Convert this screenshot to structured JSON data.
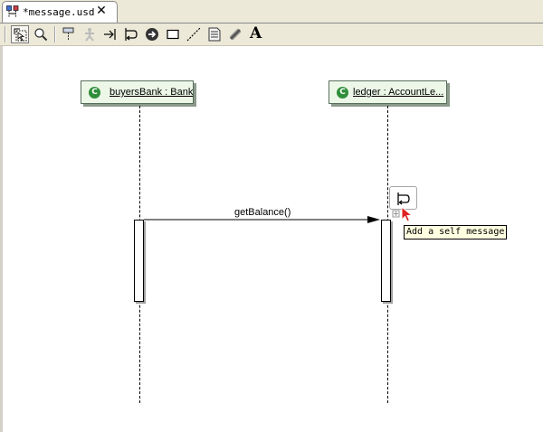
{
  "editor": {
    "tab_title": "*message.usd",
    "close_glyph": "✕"
  },
  "toolbar": {
    "tools": [
      "select-icon",
      "zoom-icon",
      "lifeline-icon",
      "actor-icon",
      "message-icon",
      "self-message-icon",
      "return-message-icon",
      "box-icon",
      "dashed-line-icon",
      "note-icon",
      "link-icon",
      "text-icon"
    ],
    "text_tool_glyph": "A"
  },
  "diagram": {
    "lifelines": [
      {
        "label": "buyersBank : Bank",
        "icon": "class-icon",
        "icon_glyph": "C"
      },
      {
        "label": "ledger : AccountLe...",
        "icon": "class-icon",
        "icon_glyph": "C"
      }
    ],
    "messages": [
      {
        "label": "getBalance()"
      }
    ]
  },
  "tooltip": {
    "text": "Add a self message"
  },
  "colors": {
    "lifeline_fill": "#edf7e8",
    "lifeline_border": "#596f5d",
    "class_icon": "#2f8f3a",
    "tooltip_bg": "#ffffe1",
    "cursor_red": "#e02020"
  }
}
